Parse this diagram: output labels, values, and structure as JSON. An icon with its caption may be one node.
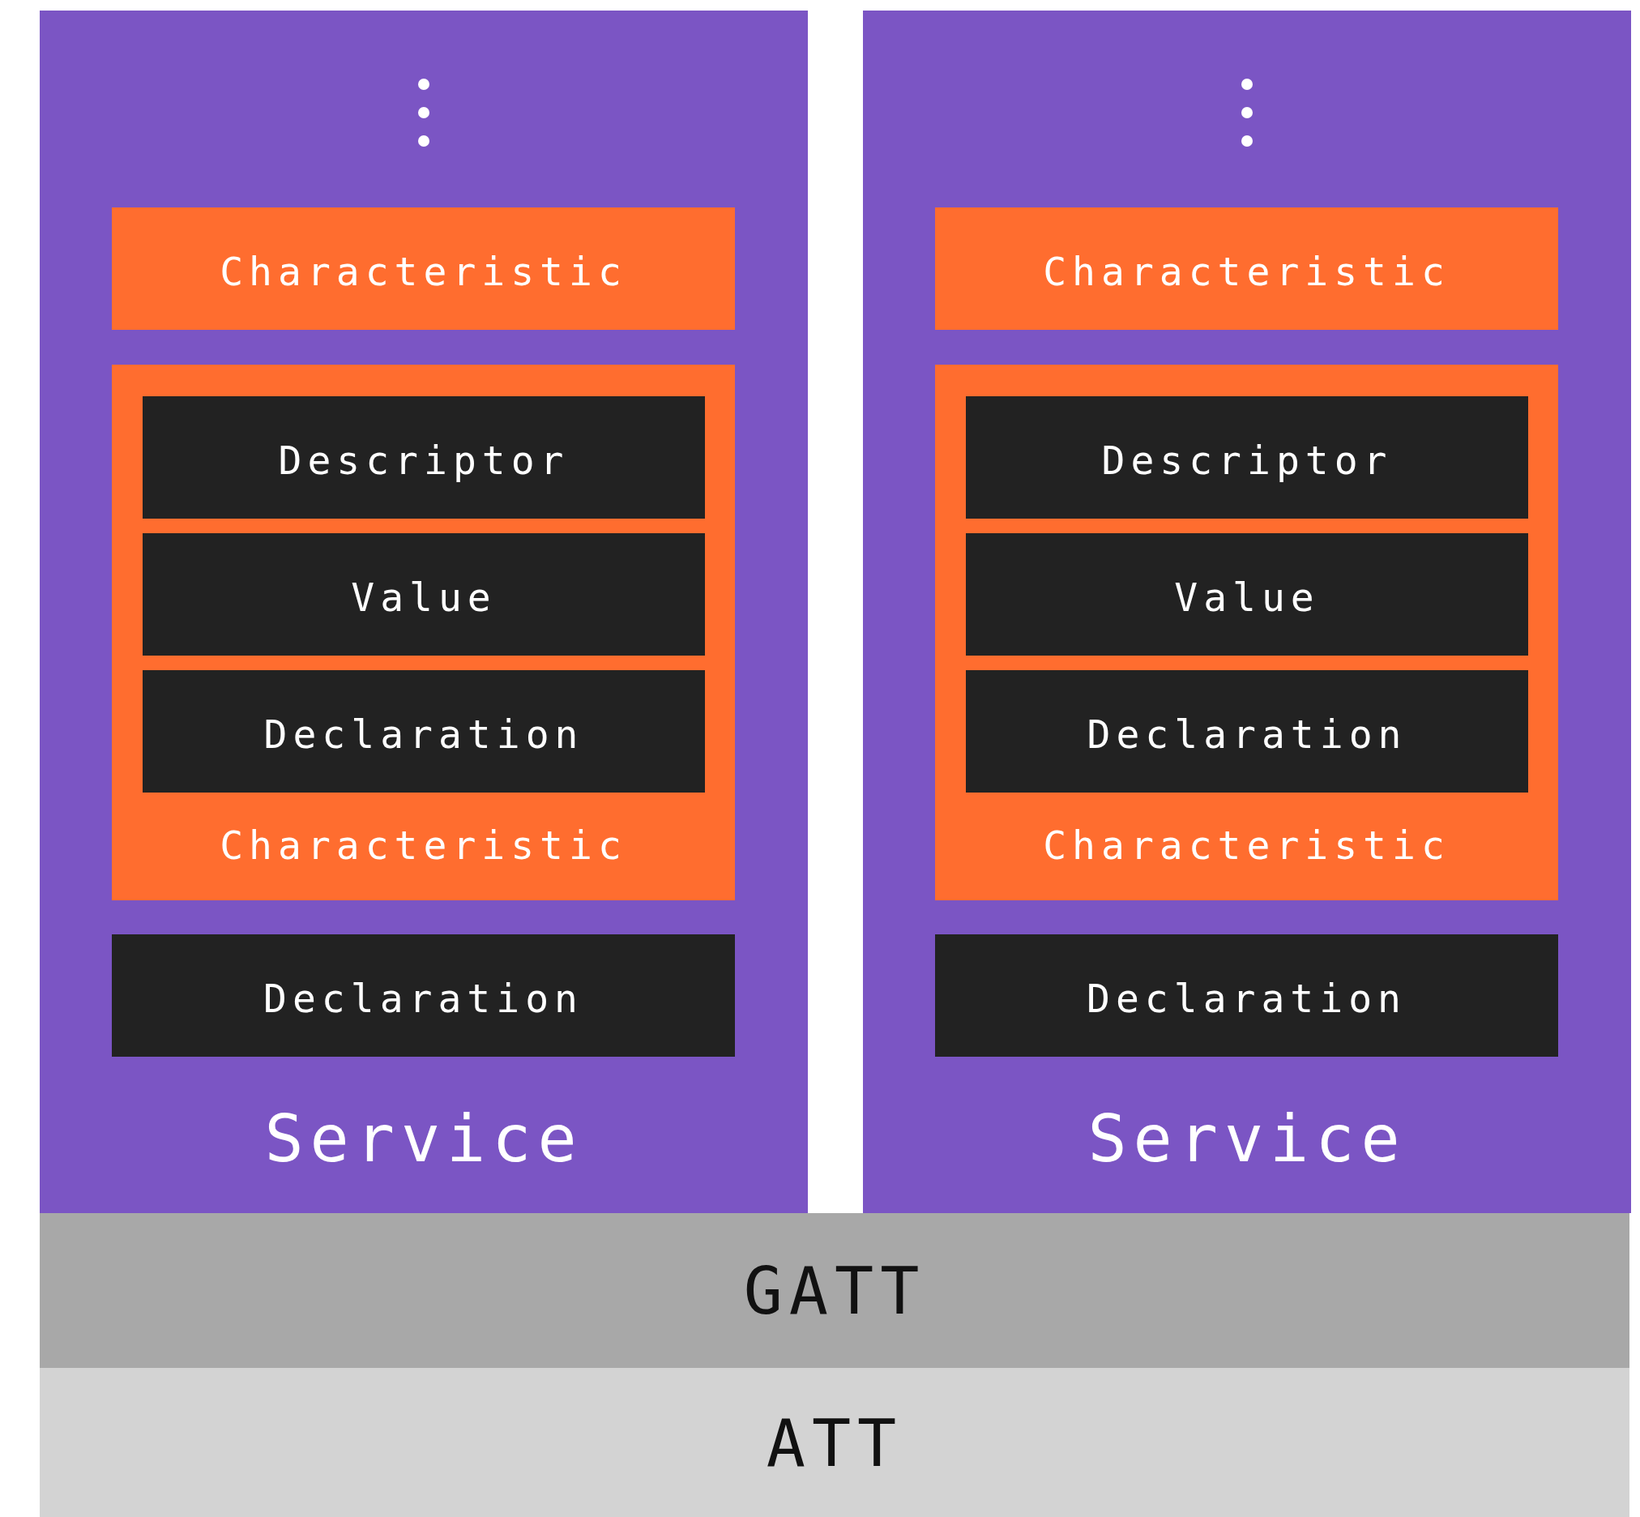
{
  "diagram": {
    "nodes": [
      {
        "text": [
          "Service"
        ]
      },
      {
        "text": [
          "Characteristic"
        ],
        "in": 0
      },
      {
        "text": [
          "Characteristic"
        ],
        "in": 0
      },
      {
        "text": [
          "Descriptor"
        ],
        "in": 2
      },
      {
        "text": [
          "Value"
        ],
        "in": 2
      },
      {
        "text": [
          "Declaration"
        ],
        "in": 2
      },
      {
        "text": [
          "Declaration"
        ],
        "in": 0
      },
      {
        "text": [
          "Service"
        ]
      },
      {
        "text": [
          "Characteristic"
        ],
        "in": 7
      },
      {
        "text": [
          "Characteristic"
        ],
        "in": 7
      },
      {
        "text": [
          "Descriptor"
        ],
        "in": 9
      },
      {
        "text": [
          "Value"
        ],
        "in": 9
      },
      {
        "text": [
          "Declaration"
        ],
        "in": 9
      },
      {
        "text": [
          "Declaration"
        ],
        "in": 7
      },
      {
        "text": [
          "GATT"
        ]
      },
      {
        "text": [
          "ATT"
        ]
      }
    ]
  }
}
